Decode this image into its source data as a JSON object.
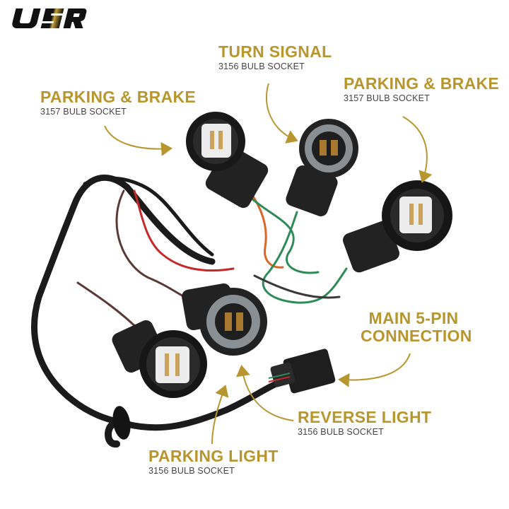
{
  "brand": {
    "logo_text": "USR"
  },
  "colors": {
    "accent": "#b8962e",
    "subtext": "#444444",
    "connector": "#1a1a1a"
  },
  "callouts": [
    {
      "id": "parking-brake-left",
      "title": "PARKING & BRAKE",
      "subtitle": "3157 BULB SOCKET"
    },
    {
      "id": "turn-signal",
      "title": "TURN SIGNAL",
      "subtitle": "3156 BULB SOCKET"
    },
    {
      "id": "parking-brake-right",
      "title": "PARKING & BRAKE",
      "subtitle": "3157 BULB SOCKET"
    },
    {
      "id": "main-connection",
      "title_line1": "MAIN 5-PIN",
      "title_line2": "CONNECTION"
    },
    {
      "id": "reverse-light",
      "title": "REVERSE LIGHT",
      "subtitle": "3156 BULB SOCKET"
    },
    {
      "id": "parking-light",
      "title": "PARKING LIGHT",
      "subtitle": "3156 BULB SOCKET"
    }
  ]
}
